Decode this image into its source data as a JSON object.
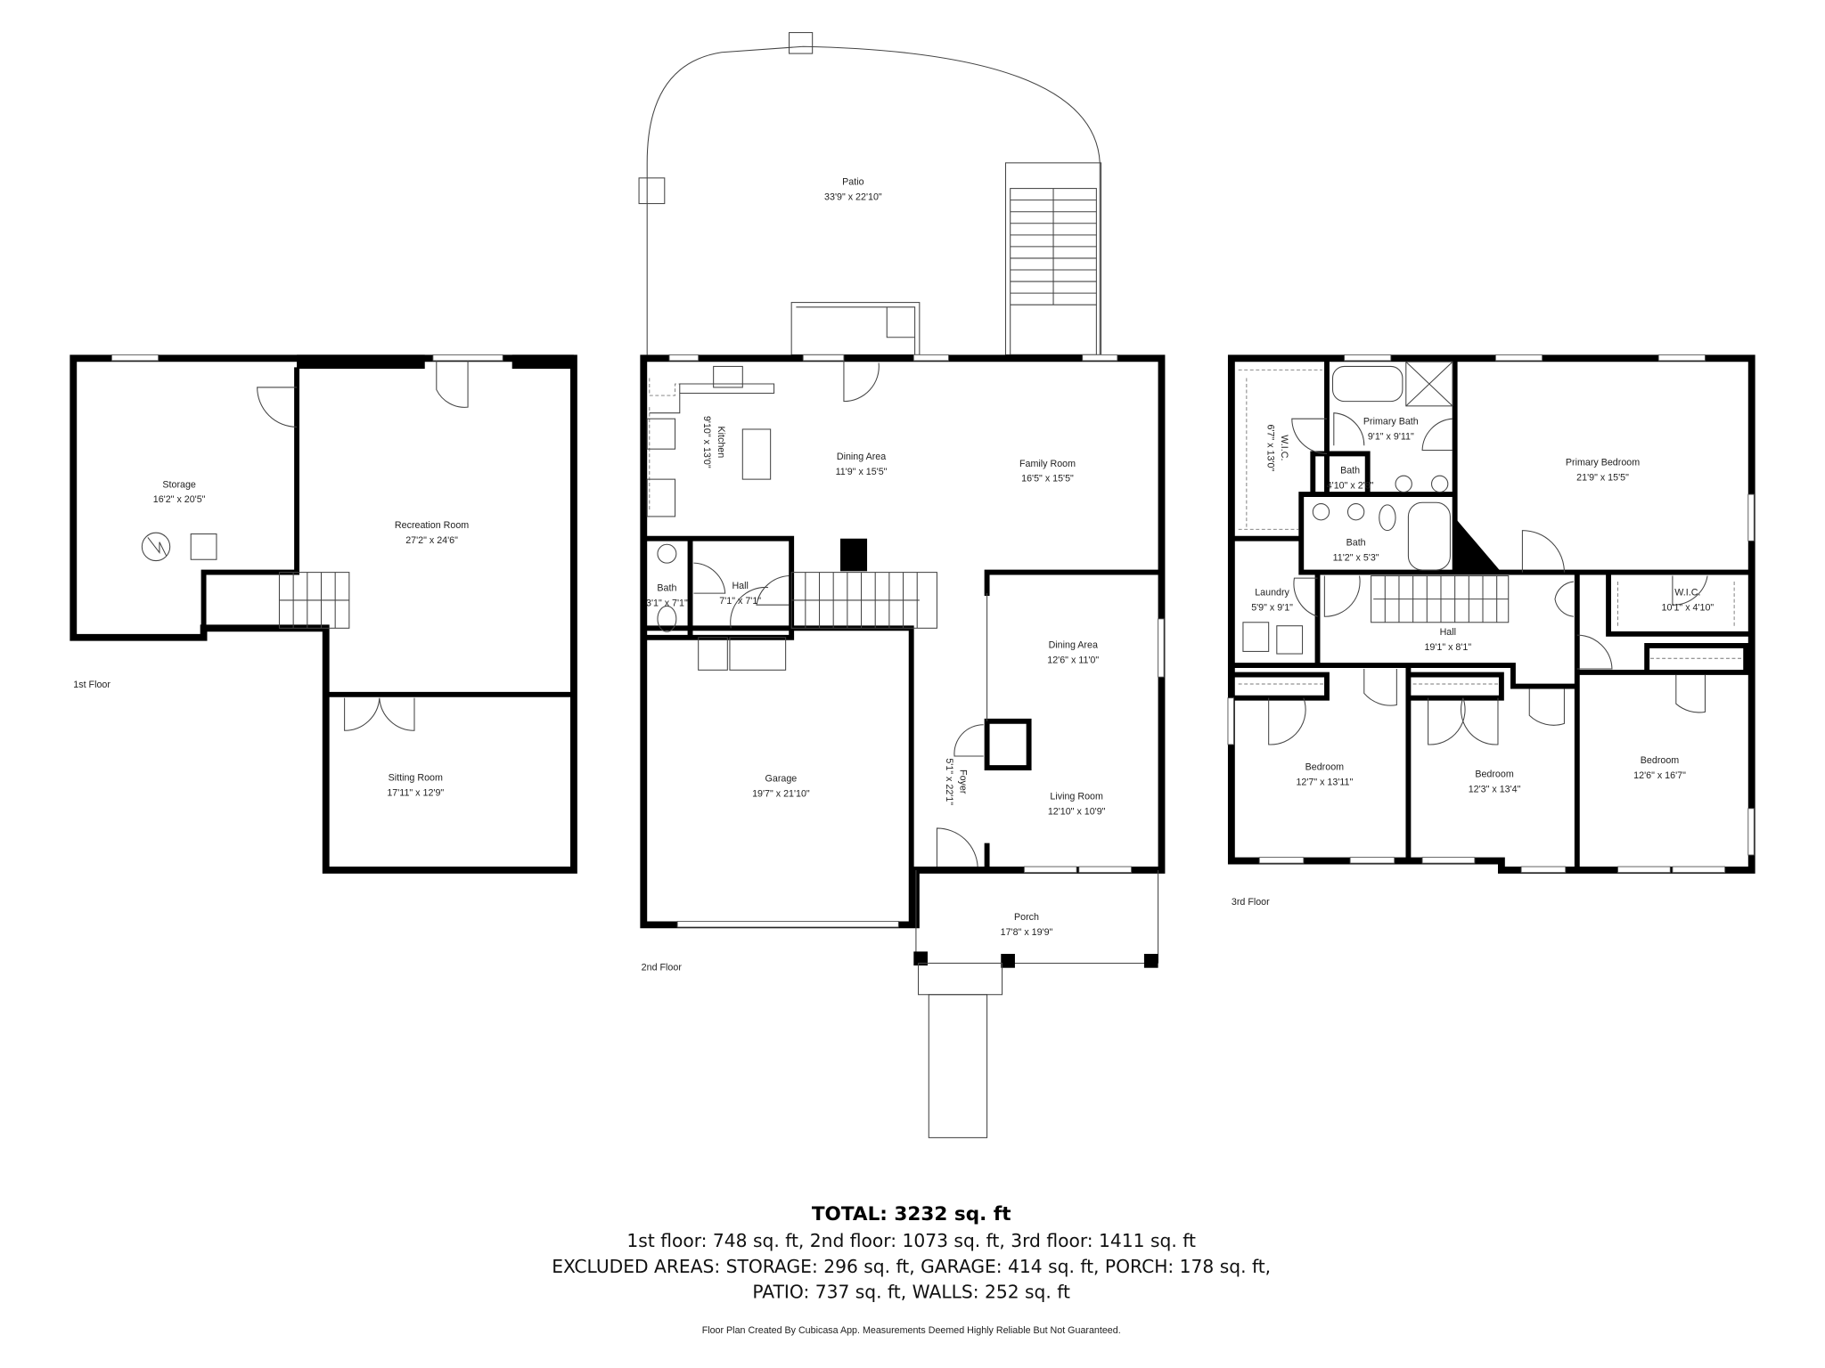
{
  "floors": [
    {
      "label": "1st Floor",
      "rooms": [
        {
          "name": "Storage",
          "dims": "16'2\" x 20'5\""
        },
        {
          "name": "Recreation Room",
          "dims": "27'2\" x 24'6\""
        },
        {
          "name": "Sitting Room",
          "dims": "17'11\" x 12'9\""
        }
      ]
    },
    {
      "label": "2nd Floor",
      "rooms": [
        {
          "name": "Patio",
          "dims": "33'9\" x 22'10\""
        },
        {
          "name": "Kitchen",
          "dims": "9'10\" x 13'0\""
        },
        {
          "name": "Dining Area",
          "dims": "11'9\" x 15'5\""
        },
        {
          "name": "Family Room",
          "dims": "16'5\" x 15'5\""
        },
        {
          "name": "Bath",
          "dims": "3'1\" x 7'1\""
        },
        {
          "name": "Hall",
          "dims": "7'1\" x 7'1\""
        },
        {
          "name": "Dining Area",
          "dims": "12'6\" x 11'0\""
        },
        {
          "name": "Garage",
          "dims": "19'7\" x 21'10\""
        },
        {
          "name": "Foyer",
          "dims": "5'1\" x 22'1\""
        },
        {
          "name": "Living Room",
          "dims": "12'10\" x 10'9\""
        },
        {
          "name": "Porch",
          "dims": "17'8\" x 19'9\""
        }
      ]
    },
    {
      "label": "3rd Floor",
      "rooms": [
        {
          "name": "W.I.C.",
          "dims": "6'7\" x 13'0\""
        },
        {
          "name": "Primary Bath",
          "dims": "9'1\" x 9'11\""
        },
        {
          "name": "Bath",
          "dims": "4'10\" x 2'8\""
        },
        {
          "name": "Primary Bedroom",
          "dims": "21'9\" x 15'5\""
        },
        {
          "name": "Bath",
          "dims": "11'2\" x 5'3\""
        },
        {
          "name": "Laundry",
          "dims": "5'9\" x 9'1\""
        },
        {
          "name": "Hall",
          "dims": "19'1\" x 8'1\""
        },
        {
          "name": "W.I.C.",
          "dims": "10'1\" x 4'10\""
        },
        {
          "name": "Bedroom",
          "dims": "12'7\" x 13'11\""
        },
        {
          "name": "Bedroom",
          "dims": "12'3\" x 13'4\""
        },
        {
          "name": "Bedroom",
          "dims": "12'6\" x 16'7\""
        }
      ]
    }
  ],
  "summary": {
    "total": "TOTAL: 3232 sq. ft",
    "floors_line": "1st floor: 748 sq. ft, 2nd floor: 1073 sq. ft, 3rd floor: 1411 sq. ft",
    "excluded_line1": "EXCLUDED AREAS: STORAGE: 296 sq. ft, GARAGE: 414 sq. ft, PORCH: 178 sq. ft,",
    "excluded_line2": "PATIO: 737 sq. ft, WALLS: 252 sq. ft"
  },
  "disclaimer": "Floor Plan Created By Cubicasa App. Measurements Deemed Highly Reliable But Not Guaranteed."
}
